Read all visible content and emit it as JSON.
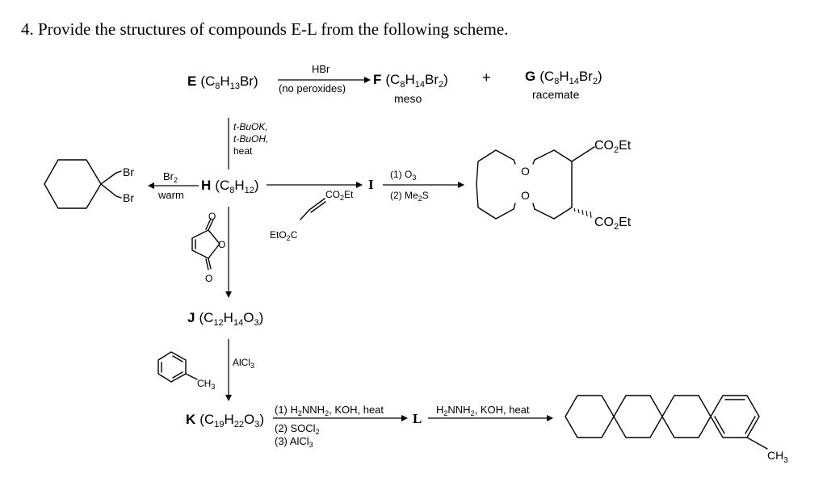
{
  "question": "4. Provide the structures of compounds E-L from the following scheme.",
  "compounds": {
    "E": {
      "letter": "E",
      "formula_main": "(C",
      "s1": "8",
      "m1": "H",
      "s2": "13",
      "tail": "Br)"
    },
    "F": {
      "letter": "F",
      "formula_main": "(C",
      "s1": "8",
      "m1": "H",
      "s2": "14",
      "m2": "Br",
      "s3": "2",
      "tail": ")",
      "note": "meso"
    },
    "G": {
      "letter": "G",
      "formula_main": "(C",
      "s1": "8",
      "m1": "H",
      "s2": "14",
      "m2": "Br",
      "s3": "2",
      "tail": ")",
      "note": "racemate"
    },
    "H": {
      "letter": "H",
      "formula_main": "(C",
      "s1": "8",
      "m1": "H",
      "s2": "12",
      "tail": ")"
    },
    "I": {
      "letter": "I"
    },
    "J": {
      "letter": "J",
      "formula_main": "(C",
      "s1": "12",
      "m1": "H",
      "s2": "14",
      "m2": "O",
      "s3": "3",
      "tail": ")"
    },
    "K": {
      "letter": "K",
      "formula_main": "(C",
      "s1": "19",
      "m1": "H",
      "s2": "22",
      "m2": "O",
      "s3": "3",
      "tail": ")"
    },
    "L": {
      "letter": "L"
    }
  },
  "plus": "+",
  "reagents": {
    "hbr": "HBr",
    "no_peroxides": "(no peroxides)",
    "base_1": "t-BuOK,",
    "base_2": "t-BuOH,",
    "base_3": "heat",
    "br2": "Br",
    "br2_sub": "2",
    "warm": "warm",
    "ozone_1_pre": "(1) O",
    "ozone_1_sub": "3",
    "ozone_2_pre": "(2) Me",
    "ozone_2_sub": "2",
    "ozone_2_post": "S",
    "alcl3": "AlCl",
    "alcl3_sub": "3",
    "k_step1_pre": "(1) H",
    "k_step1_sub": "2",
    "k_step1_post": "NNH",
    "k_step1_sub2": "2",
    "k_step1_tail": ", KOH, heat",
    "k_step2_pre": "(2) SOCl",
    "k_step2_sub": "2",
    "k_step3_pre": "(3) AlCl",
    "k_step3_sub": "3",
    "l_step_pre": "H",
    "l_step_sub": "2",
    "l_step_post": "NNH",
    "l_step_sub2": "2",
    "l_step_tail": ", KOH, heat"
  },
  "structure_labels": {
    "br_top": "Br",
    "br_bottom": "Br",
    "o": "O",
    "co2et_a": "CO",
    "co2et_sub": "2",
    "co2et_b": "Et",
    "eto2c_a": "EtO",
    "eto2c_sub": "2",
    "eto2c_b": "C",
    "ch3_a": "CH",
    "ch3_sub": "3"
  }
}
